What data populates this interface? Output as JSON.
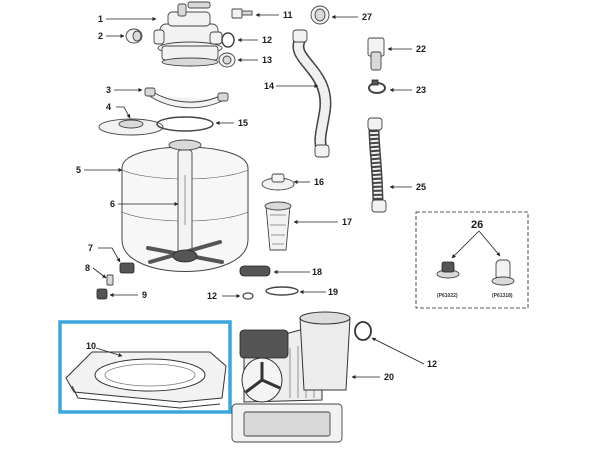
{
  "diagram": {
    "highlight_color": "#3aa6dc",
    "labels": {
      "p1": "1",
      "p2": "2",
      "p3": "3",
      "p4": "4",
      "p5": "5",
      "p6": "6",
      "p7": "7",
      "p8": "8",
      "p9": "9",
      "p10": "10",
      "p11": "11",
      "p12a": "12",
      "p12b": "12",
      "p12c": "12",
      "p13": "13",
      "p14": "14",
      "p15": "15",
      "p16": "16",
      "p17": "17",
      "p18": "18",
      "p19": "19",
      "p20": "20",
      "p22": "22",
      "p23": "23",
      "p25": "25",
      "p26": "26",
      "p27": "27"
    },
    "variant_a": "(P61022)",
    "variant_b": "(P61318)"
  }
}
